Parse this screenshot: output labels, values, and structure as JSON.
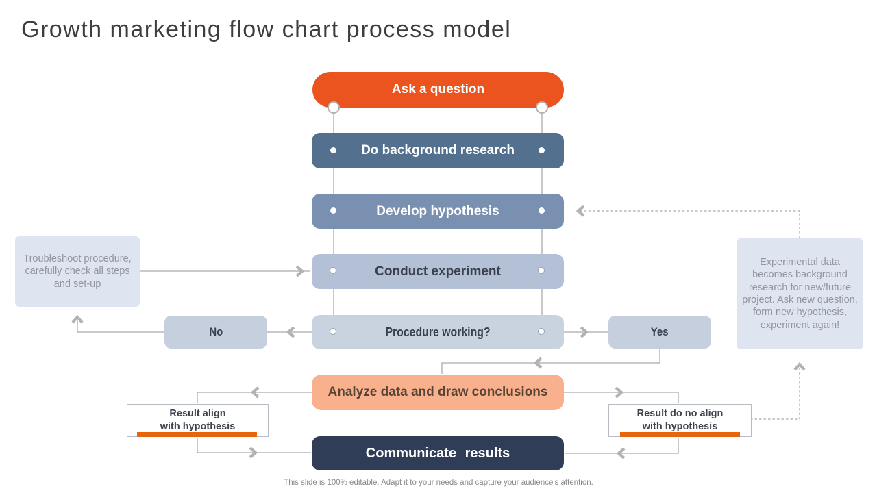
{
  "slide": {
    "title": "Growth marketing flow chart process model",
    "footer": "This slide is 100% editable.  Adapt it to your needs and capture your audience's attention."
  },
  "flow": {
    "ask": "Ask a question",
    "research": "Do background research",
    "hypothesis": "Develop hypothesis",
    "conduct": "Conduct experiment",
    "procedure": "Procedure working?",
    "analyze": "Analyze data and draw conclusions",
    "communicate": "Communicate results"
  },
  "decisions": {
    "no": "No",
    "yes": "Yes"
  },
  "notes": {
    "troubleshoot": "Troubleshoot procedure, carefully check all steps and set-up",
    "experimental": "Experimental data becomes background research for new/future project. Ask new question, form new hypothesis, experiment again!"
  },
  "results": {
    "align": {
      "line1": "Result align",
      "line2": "with hypothesis"
    },
    "not_align": {
      "line1": "Result do no align",
      "line2": "with hypothesis"
    }
  },
  "palette": {
    "accent_orange": "#EB541E",
    "underline_orange": "#E8650C",
    "navy_dark": "#2F3E56",
    "slate_blue": "#53708F",
    "medium_blue": "#7A90B0",
    "light_periwinkle": "#B3C0D6",
    "pale_blue": "#C9D2DF",
    "decision_blue": "#C5CFDD",
    "peach": "#F9B08C",
    "note_bg": "#DFE5F0",
    "connector_gray": "#ABABAB"
  }
}
